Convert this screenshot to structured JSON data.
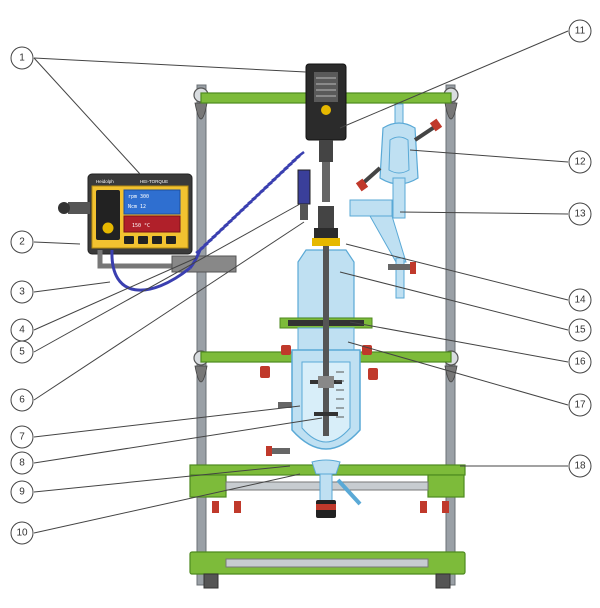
{
  "colors": {
    "frame_green": "#7dbb3a",
    "frame_dark": "#4e8a1f",
    "rod_grey": "#9aa0a6",
    "glass_blue": "#bfe0f2",
    "glass_stroke": "#5aa9d6",
    "cable_blue": "#3a3fb0",
    "controller_yellow": "#f2c230",
    "screen_blue": "#2f6fd0",
    "motor_black": "#2b2b2b",
    "accent_red": "#c0392b",
    "leader_line": "#444444"
  },
  "callouts": [
    "1",
    "2",
    "3",
    "4",
    "5",
    "6",
    "7",
    "8",
    "9",
    "10",
    "11",
    "12",
    "13",
    "14",
    "15",
    "16",
    "17",
    "18"
  ],
  "controller": {
    "brand": "Heidolph",
    "model": "HEI-TORQUE",
    "screen_top": "rpm 300",
    "screen_mid": "Ncm 12",
    "screen_bottom": "150 °C"
  }
}
